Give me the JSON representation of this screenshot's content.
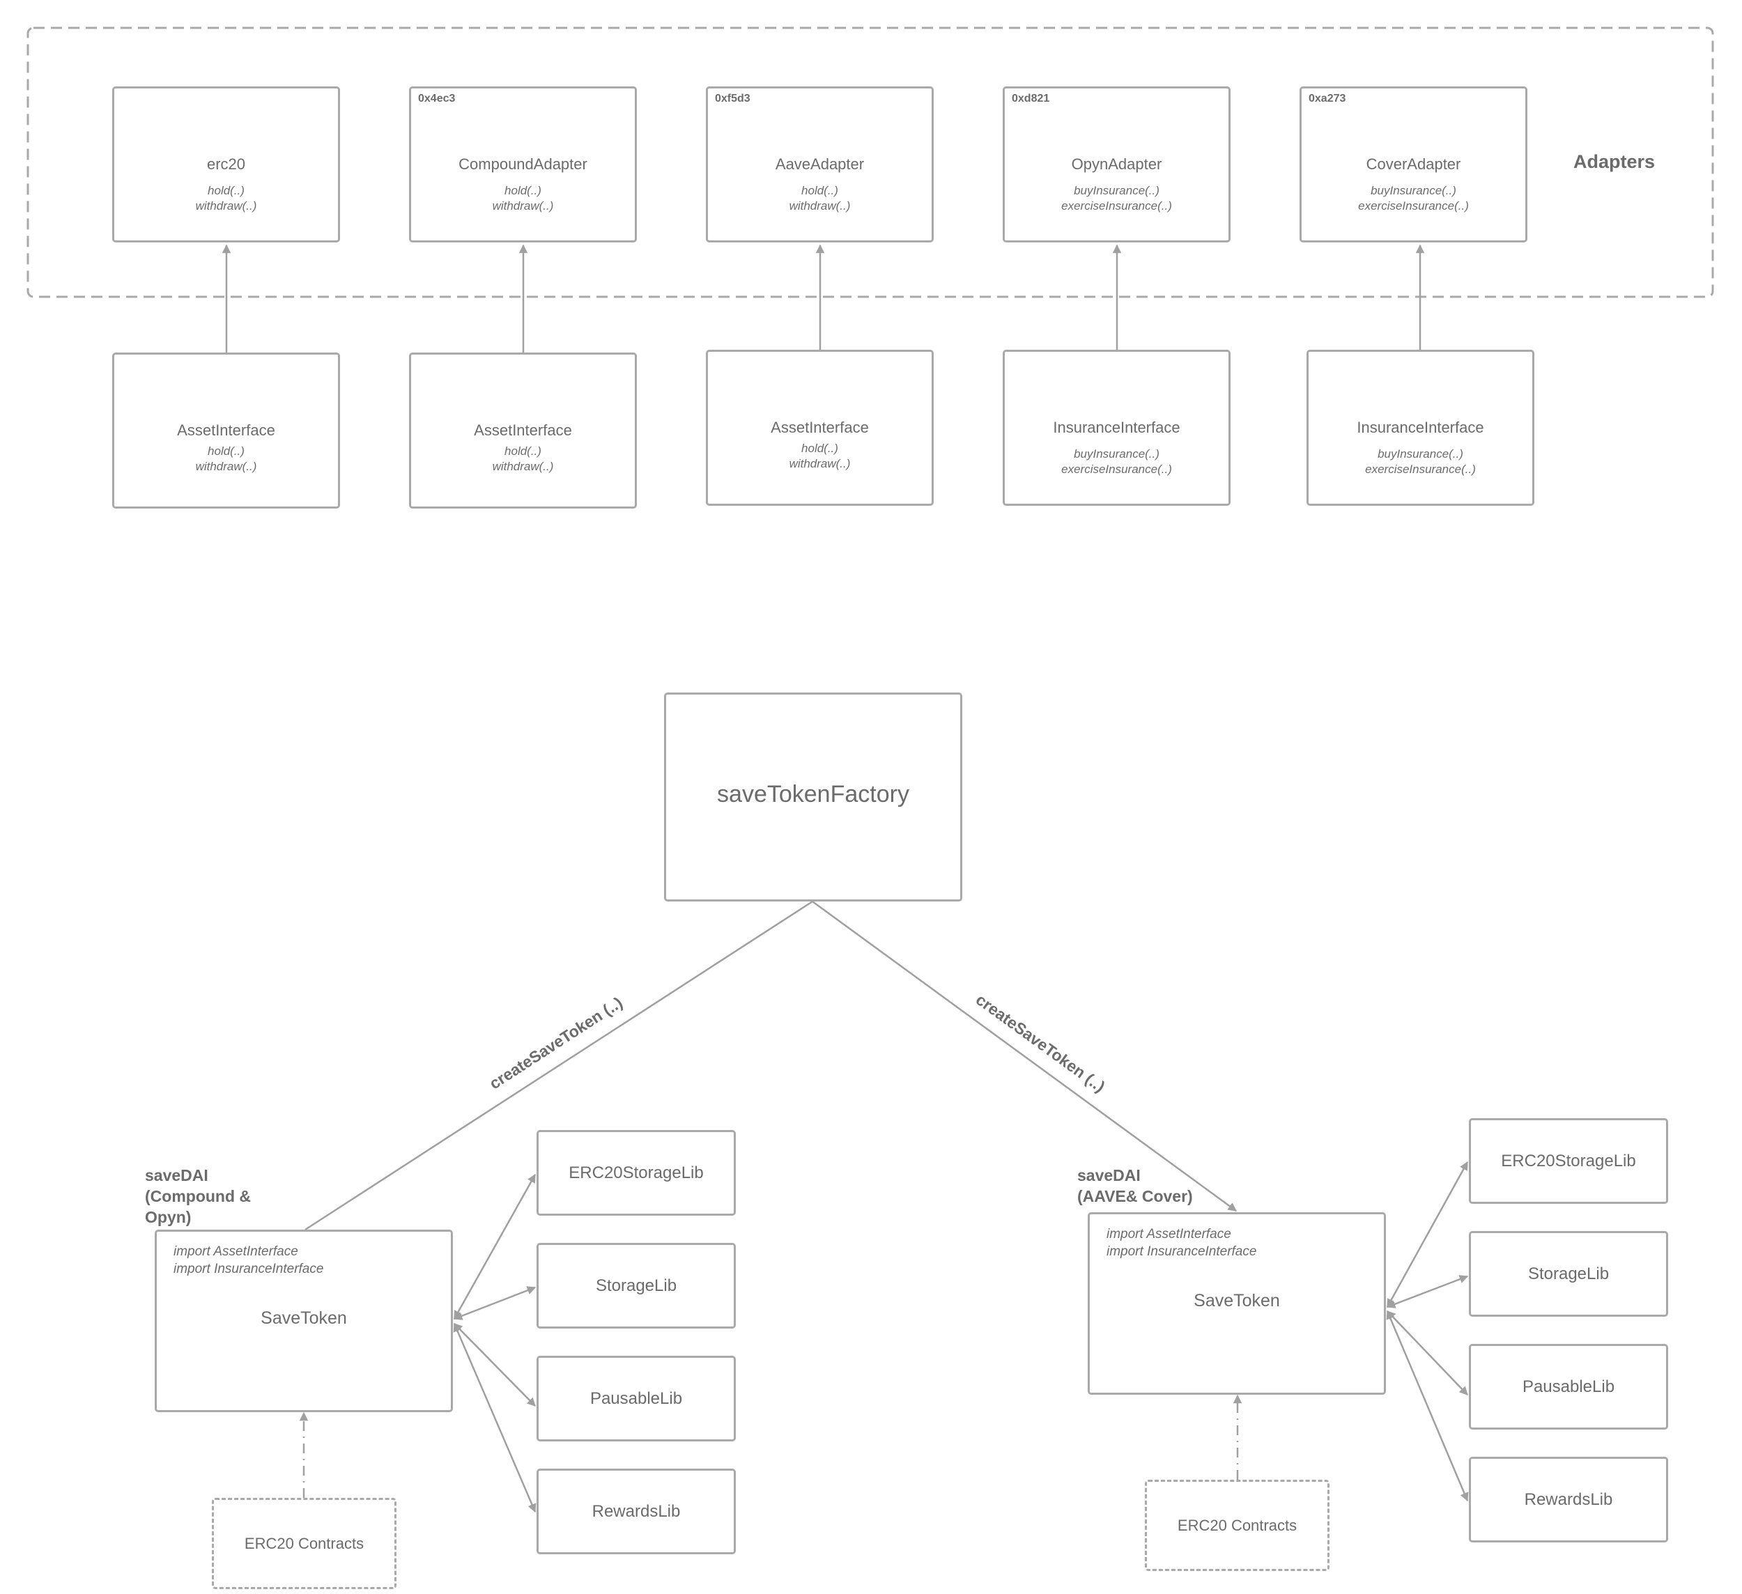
{
  "adapters_group": {
    "label": "Adapters"
  },
  "adapters": [
    {
      "name": "erc20",
      "address": "",
      "methods": [
        "hold(..)",
        "withdraw(..)"
      ]
    },
    {
      "name": "CompoundAdapter",
      "address": "0x4ec3",
      "methods": [
        "hold(..)",
        "withdraw(..)"
      ]
    },
    {
      "name": "AaveAdapter",
      "address": "0xf5d3",
      "methods": [
        "hold(..)",
        "withdraw(..)"
      ]
    },
    {
      "name": "OpynAdapter",
      "address": "0xd821",
      "methods": [
        "buyInsurance(..)",
        "exerciseInsurance(..)"
      ]
    },
    {
      "name": "CoverAdapter",
      "address": "0xa273",
      "methods": [
        "buyInsurance(..)",
        "exerciseInsurance(..)"
      ]
    }
  ],
  "interfaces": [
    {
      "name": "AssetInterface",
      "methods": [
        "hold(..)",
        "withdraw(..)"
      ]
    },
    {
      "name": "AssetInterface",
      "methods": [
        "hold(..)",
        "withdraw(..)"
      ]
    },
    {
      "name": "AssetInterface",
      "methods": [
        "hold(..)",
        "withdraw(..)"
      ]
    },
    {
      "name": "InsuranceInterface",
      "methods": [
        "buyInsurance(..)",
        "exerciseInsurance(..)"
      ]
    },
    {
      "name": "InsuranceInterface",
      "methods": [
        "buyInsurance(..)",
        "exerciseInsurance(..)"
      ]
    }
  ],
  "factory": {
    "name": "saveTokenFactory"
  },
  "edges": {
    "left_label": "createSaveToken (..)",
    "right_label": "createSaveToken (..)"
  },
  "left_token": {
    "heading": [
      "saveDAI",
      "(Compound &",
      "Opyn)"
    ],
    "imports": [
      "import AssetInterface",
      "import InsuranceInterface"
    ],
    "name": "SaveToken",
    "contracts": "ERC20 Contracts",
    "libs": [
      "ERC20StorageLib",
      "StorageLib",
      "PausableLib",
      "RewardsLib"
    ]
  },
  "right_token": {
    "heading": [
      "saveDAI",
      "(AAVE& Cover)"
    ],
    "imports": [
      "import AssetInterface",
      "import InsuranceInterface"
    ],
    "name": "SaveToken",
    "contracts": "ERC20 Contracts",
    "libs": [
      "ERC20StorageLib",
      "StorageLib",
      "PausableLib",
      "RewardsLib"
    ]
  }
}
